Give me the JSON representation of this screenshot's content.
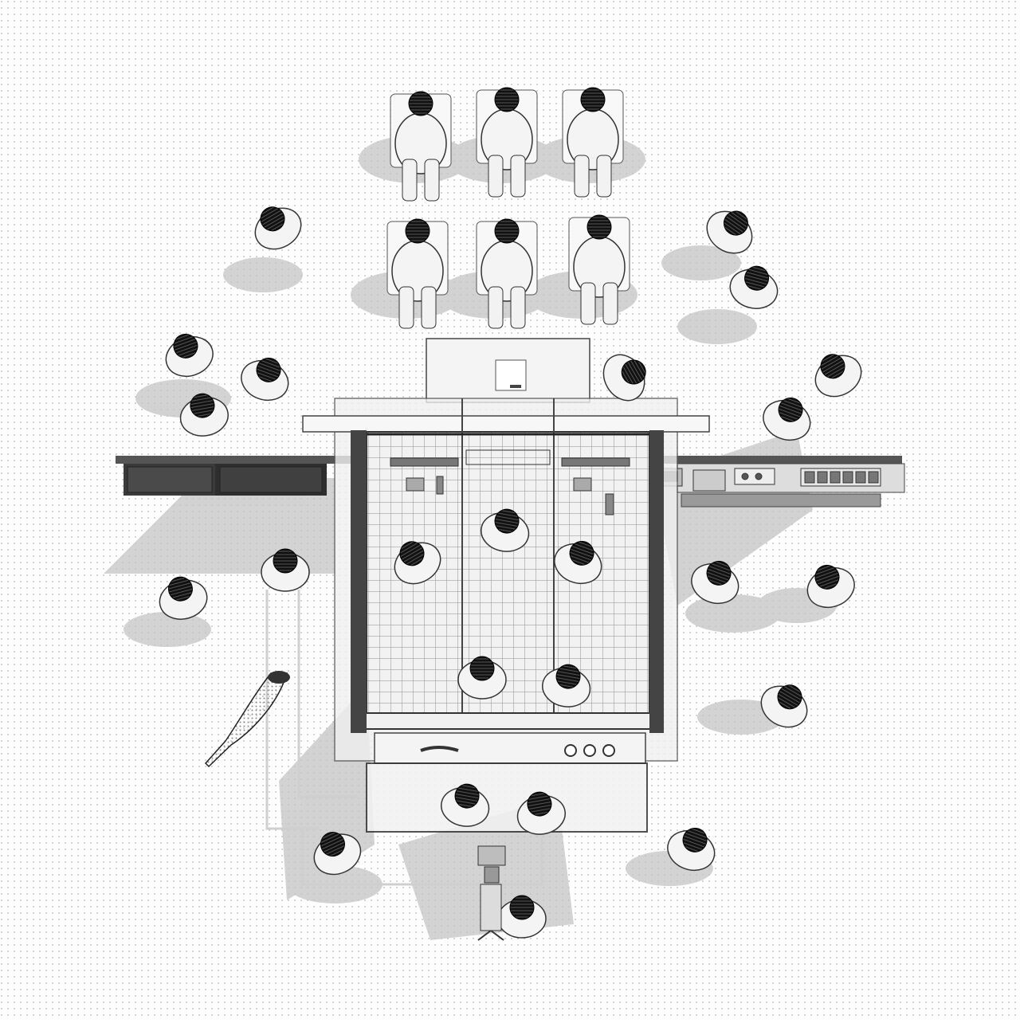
{
  "drawing": {
    "kind": "axonometric-plan",
    "palette": {
      "background": "#ffffff",
      "halftone": "#9a9a9a",
      "shadow": "#bdbdbd",
      "line": "#333333",
      "figure_fill": "#f4f4f4",
      "head": "#111111",
      "wood": "#3a3a3a"
    },
    "elements": {
      "seated_rows": 2,
      "seats_per_row": 3,
      "standing_people": 16,
      "people_inside_booth": 6,
      "dog": "dog-icon",
      "camera": "camera-on-tripod-icon",
      "cooking_station": "cooking-booth-icon",
      "monitor": "monitor-screen-icon"
    }
  }
}
